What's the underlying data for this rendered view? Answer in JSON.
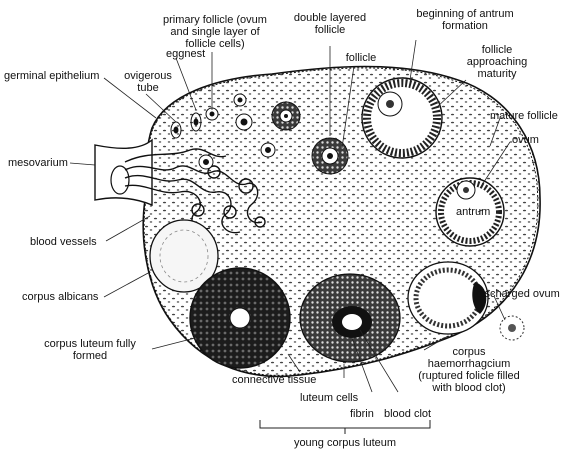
{
  "labels": {
    "primary_follicle": "primary follicle (ovum\nand single layer of\nfollicle cells)",
    "double_layered": "double layered\nfollicle",
    "follicle": "follicle",
    "beginning_antrum": "beginning of antrum\nformation",
    "follicle_approaching": "follicle\napproaching\nmaturity",
    "germinal_epithelium": "germinal epithelium",
    "eggnest": "eggnest",
    "ovigerous_tube": "ovigerous\ntube",
    "mature_follicle": "mature follicle",
    "ovum": "ovum",
    "mesovarium": "mesovarium",
    "antrum": "antrum",
    "blood_vessels": "blood vessels",
    "corpus_albicans": "corpus albicans",
    "discharged_ovum": "discharged ovum",
    "corpus_luteum_fully_formed": "corpus luteum fully\nformed",
    "corpus_haemorrhagicum": "corpus\nhaemorrhagcium\n(ruptured folicle filled\nwith blood clot)",
    "connective_tissue": "connective tissue",
    "luteum_cells": "luteum cells",
    "fibrin": "fibrin",
    "blood_clot": "blood clot",
    "young_corpus_luteum": "young corpus luteum"
  }
}
